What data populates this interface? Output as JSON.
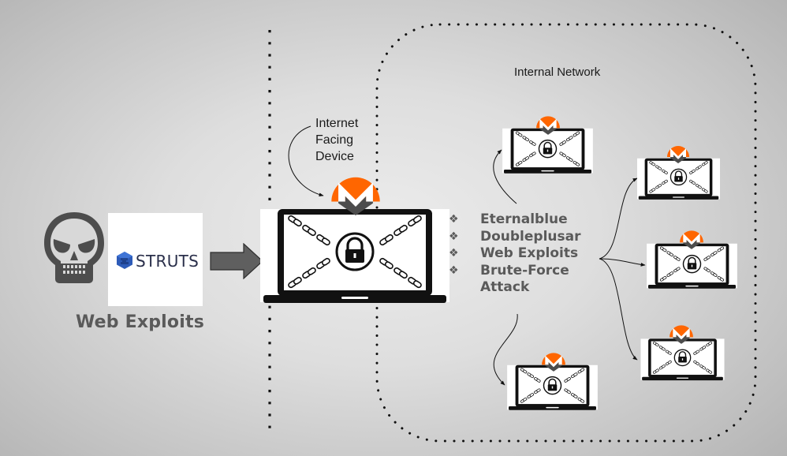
{
  "diagram": {
    "attacker": {
      "icon": "skull-icon",
      "logo_text": "STRUTS",
      "caption": "Web Exploits"
    },
    "internet_facing": {
      "label_lines": [
        "Internet",
        "Facing",
        "Device"
      ],
      "device_icon": "locked-laptop-icon",
      "badge_icon": "monero-icon"
    },
    "internal_network": {
      "label": "Internal Network",
      "device_count": 5,
      "device_icon": "locked-laptop-icon",
      "badge_icon": "monero-icon"
    },
    "propagation_methods": [
      {
        "bullet": "❖",
        "text": "Eternalblue"
      },
      {
        "bullet": "❖",
        "text": "Doubleplusar"
      },
      {
        "bullet": "❖",
        "text": "Web Exploits"
      },
      {
        "bullet": "❖",
        "text": "Brute-Force"
      }
    ],
    "propagation_methods_continuation": "Attack",
    "colors": {
      "monero_orange": "#ff6600",
      "monero_gray": "#4c4c4c",
      "text_gray": "#5a5a5a",
      "struts_blue": "#2d5bb8"
    }
  }
}
